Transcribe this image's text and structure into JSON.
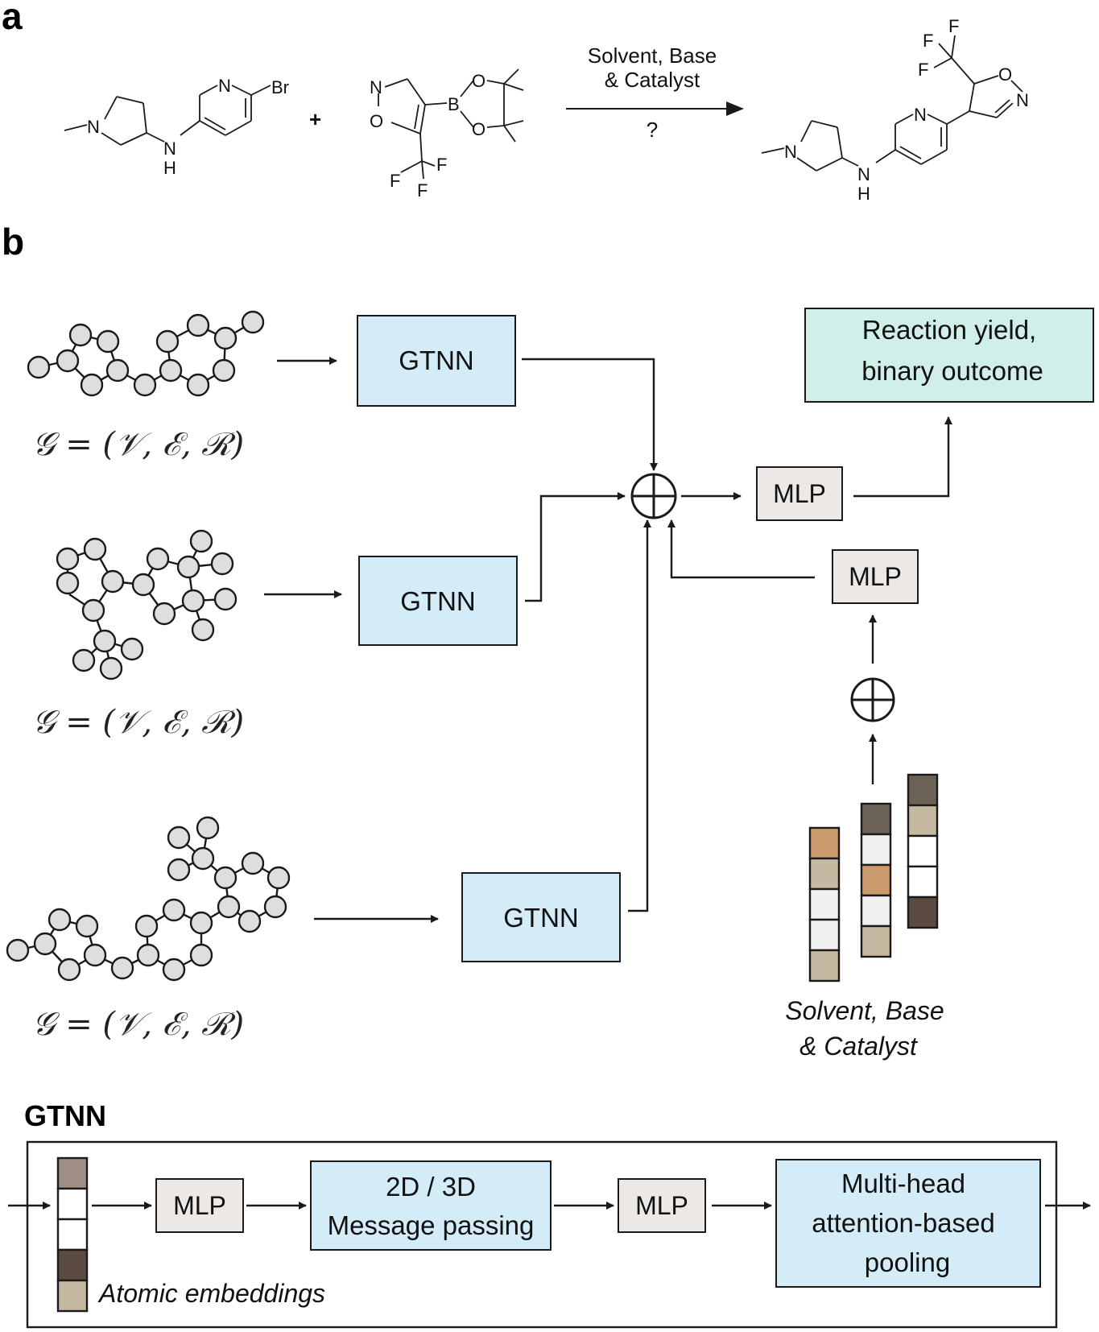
{
  "panels": {
    "a": "a",
    "b": "b"
  },
  "reaction": {
    "conditions_line1": "Solvent, Base",
    "conditions_line2": "& Catalyst",
    "question": "?",
    "plus": "+",
    "reactant1_atoms": {
      "n_methyl": "N",
      "amine_n": "N",
      "amine_h": "H",
      "pyridine_n": "N",
      "bromine": "Br"
    },
    "reactant2_atoms": {
      "ring_n": "N",
      "ring_o": "O",
      "boron": "B",
      "ester_o1": "O",
      "ester_o2": "O",
      "f1": "F",
      "f2": "F",
      "f3": "F"
    },
    "product_atoms": {
      "n_methyl": "N",
      "amine_n": "N",
      "amine_h": "H",
      "pyridine_n": "N",
      "ring_o": "O",
      "ring_n": "N",
      "f1": "F",
      "f2": "F",
      "f3": "F"
    }
  },
  "model": {
    "graph_formula": "𝒢 = (𝒱, ℰ, ℛ)",
    "gtnn_label": "GTNN",
    "mlp_label": "MLP",
    "combine_symbol": "⊕",
    "output_line1": "Reaction yield,",
    "output_line2": "binary outcome",
    "conditions_line1": "Solvent, Base",
    "conditions_line2": "& Catalyst",
    "condition_vectors": [
      {
        "cells": [
          "#cb9a6d",
          "#c5b9a1",
          "#f0f0f0",
          "#f0f0f0",
          "#c5b9a1"
        ]
      },
      {
        "cells": [
          "#6b6157",
          "#f0f0f0",
          "#cb9a6d",
          "#f0f0f0",
          "#c5b9a1"
        ]
      },
      {
        "cells": [
          "#6b6157",
          "#c5b9a1",
          "#ffffff",
          "#ffffff",
          "#5b4b40"
        ]
      }
    ]
  },
  "gtnn_detail": {
    "heading": "GTNN",
    "embedding_caption": "Atomic embeddings",
    "embedding_cells": [
      "#a08f85",
      "#ffffff",
      "#ffffff",
      "#5b4b40",
      "#c5b9a1"
    ],
    "mlp1": "MLP",
    "message_line1": "2D / 3D",
    "message_line2": "Message passing",
    "mlp2": "MLP",
    "pool_line1": "Multi-head",
    "pool_line2": "attention-based",
    "pool_line3": "pooling"
  },
  "colors": {
    "gtnn_fill": "#d3ecf7",
    "mlp_fill": "#ebe8e5",
    "output_fill": "#d0efe9",
    "node_fill": "#dedede"
  }
}
